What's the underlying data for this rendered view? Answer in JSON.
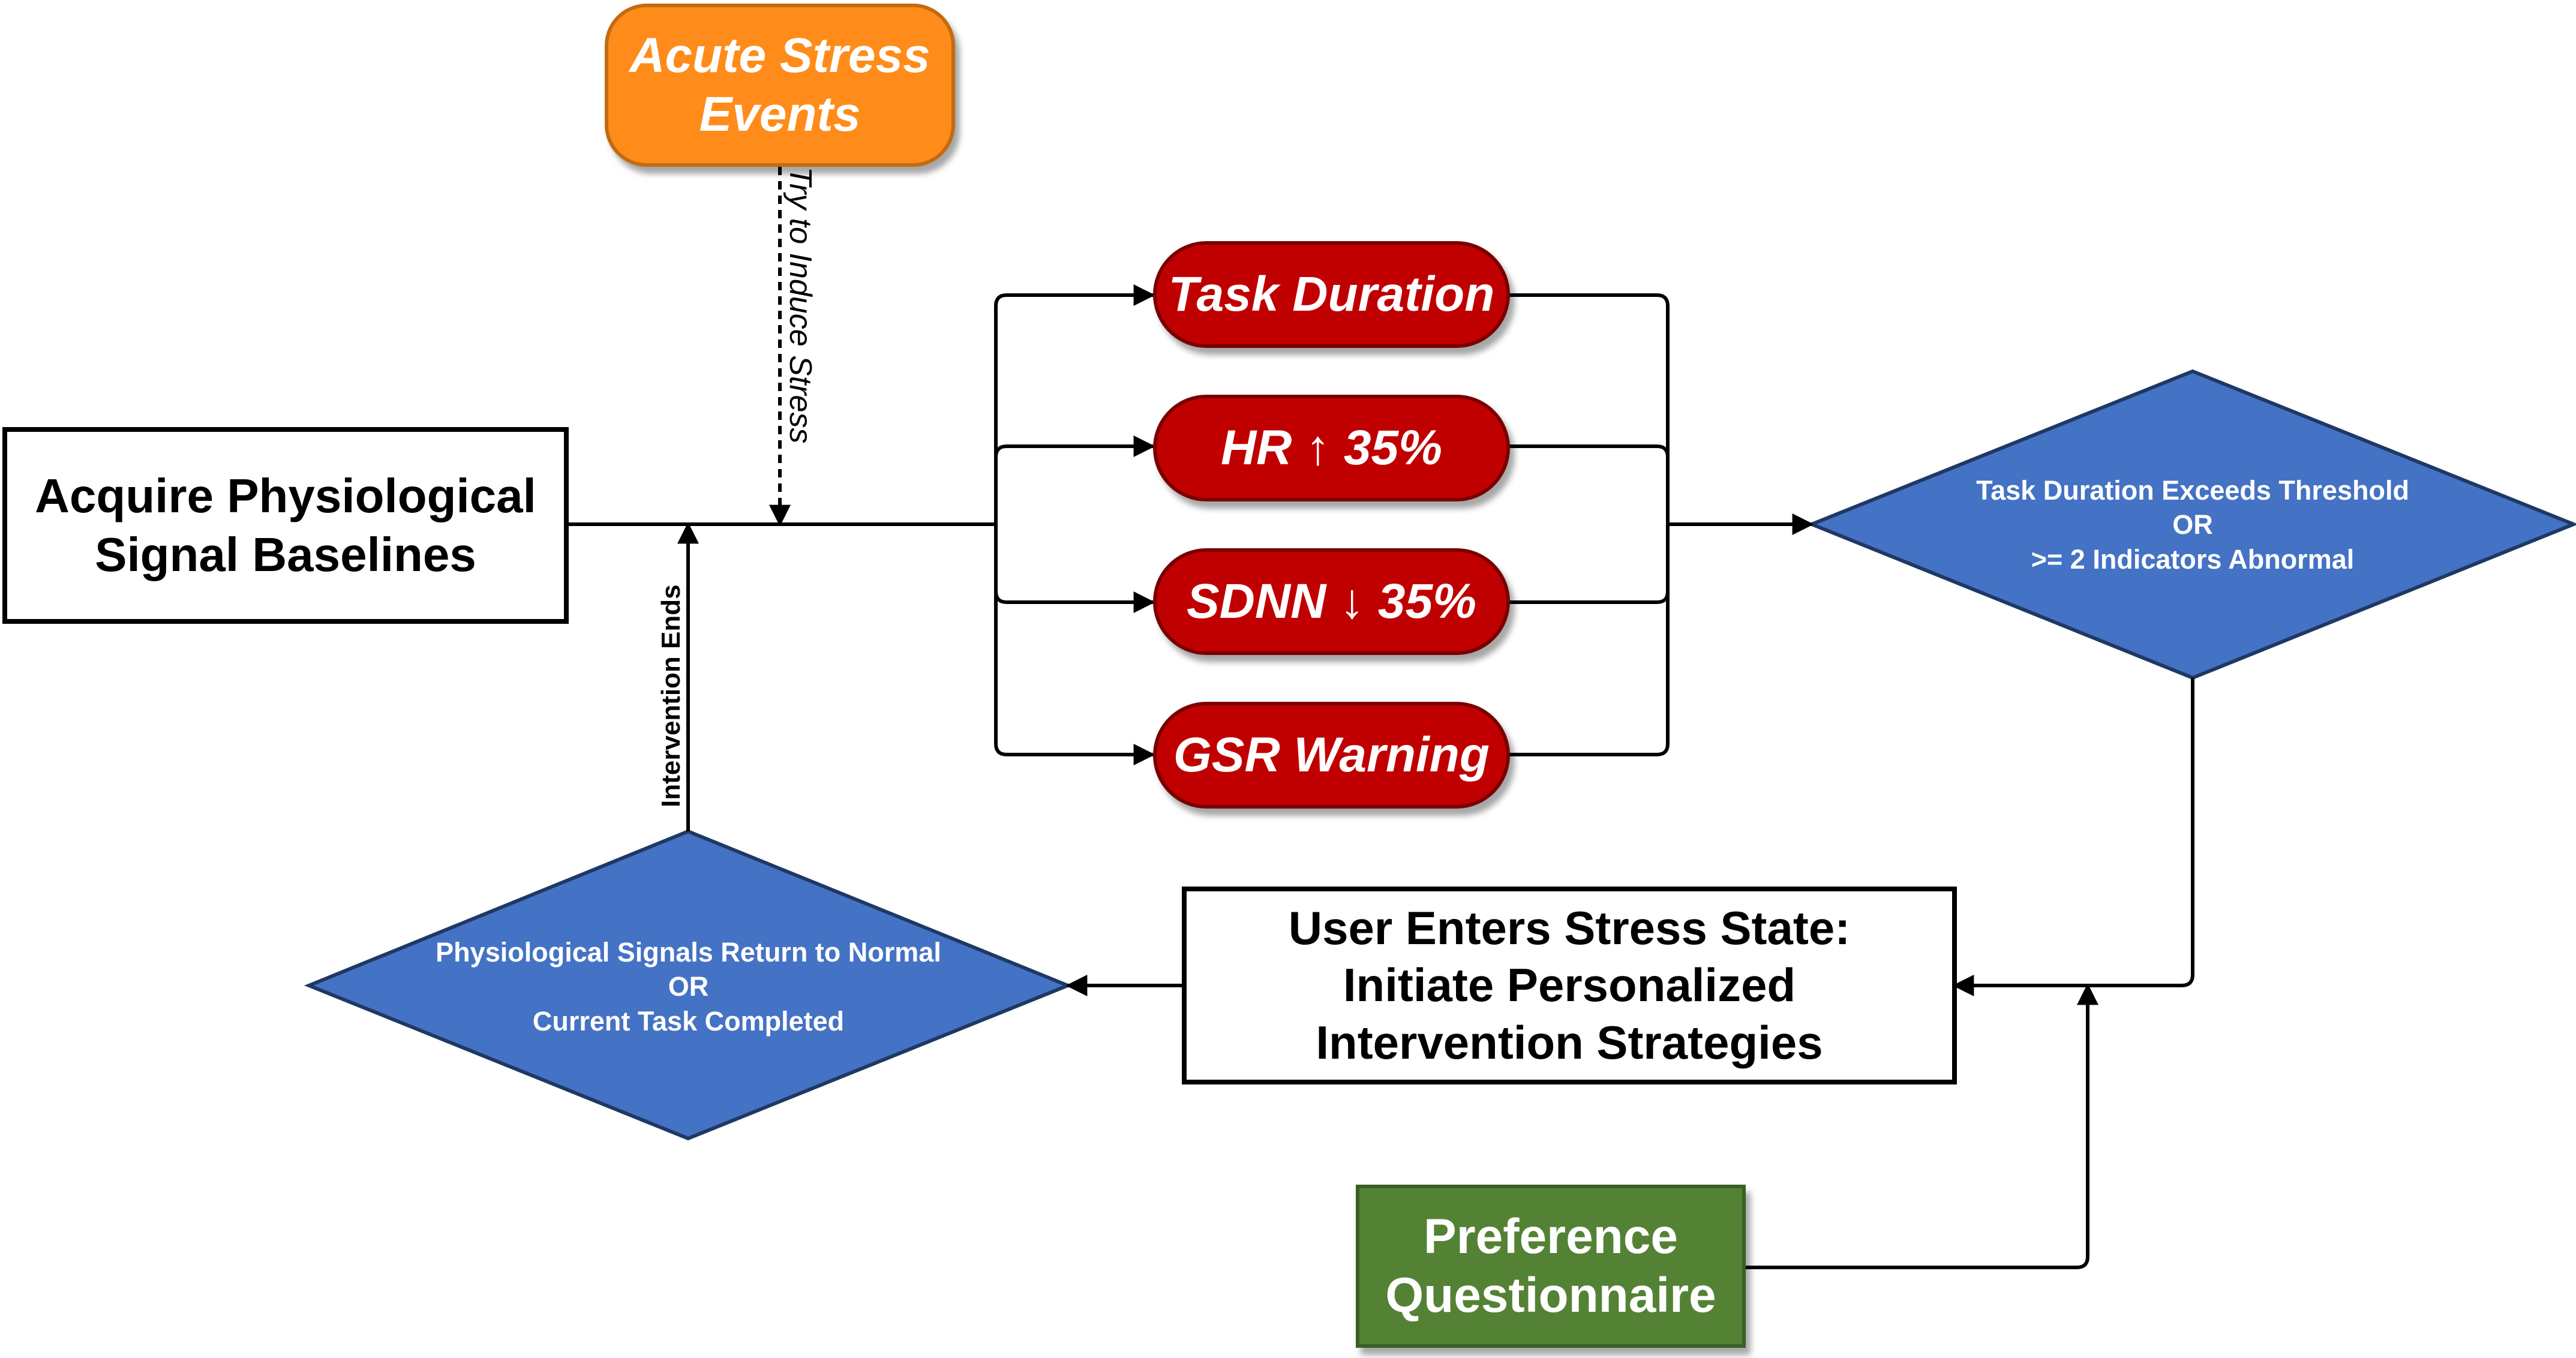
{
  "nodes": {
    "baseline": {
      "line1": "Acquire Physiological",
      "line2": "Signal Baselines"
    },
    "acute_stress": {
      "line1": "Acute Stress",
      "line2": "Events"
    },
    "task_duration": "Task Duration",
    "hr": "HR ↑ 35%",
    "sdnn": "SDNN ↓ 35%",
    "gsr": "GSR Warning",
    "decision_stress": {
      "line1": "Task Duration Exceeds Threshold",
      "line2": "OR",
      "line3": ">= 2 Indicators Abnormal"
    },
    "stress_state": {
      "line1": "User Enters Stress State:",
      "line2": "Initiate Personalized",
      "line3": "Intervention Strategies"
    },
    "decision_end": {
      "line1": "Physiological Signals Return to Normal",
      "line2": "OR",
      "line3": "Current Task Completed"
    },
    "questionnaire": {
      "line1": "Preference",
      "line2": "Questionnaire"
    }
  },
  "edge_labels": {
    "induce": "Try to Induce Stress",
    "intervention_ends": "Intervention Ends"
  },
  "colors": {
    "indicator_fill": "#c00000",
    "event_fill": "#ff8c1a",
    "decision_fill": "#4472c4",
    "questionnaire_fill": "#548235"
  }
}
